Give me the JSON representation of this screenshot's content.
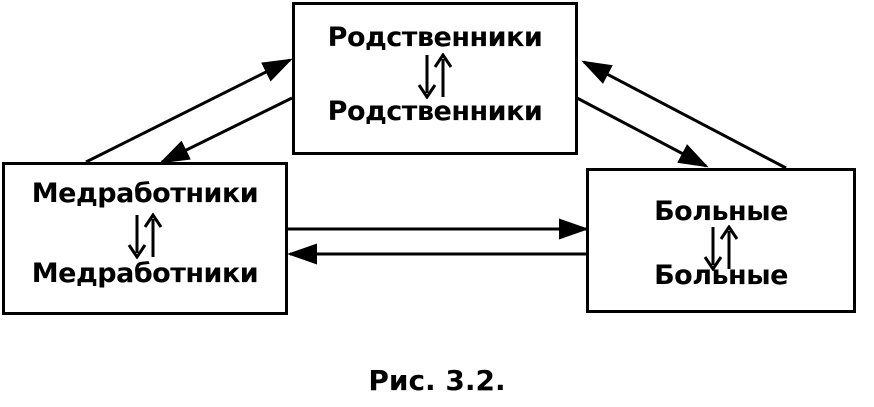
{
  "nodes": {
    "relatives": {
      "top": "Родственники",
      "bottom": "Родственники"
    },
    "staff": {
      "top": "Медработники",
      "bottom": "Медработники"
    },
    "patients": {
      "top": "Больные",
      "bottom": "Больные"
    }
  },
  "caption": "Рис. 3.2."
}
